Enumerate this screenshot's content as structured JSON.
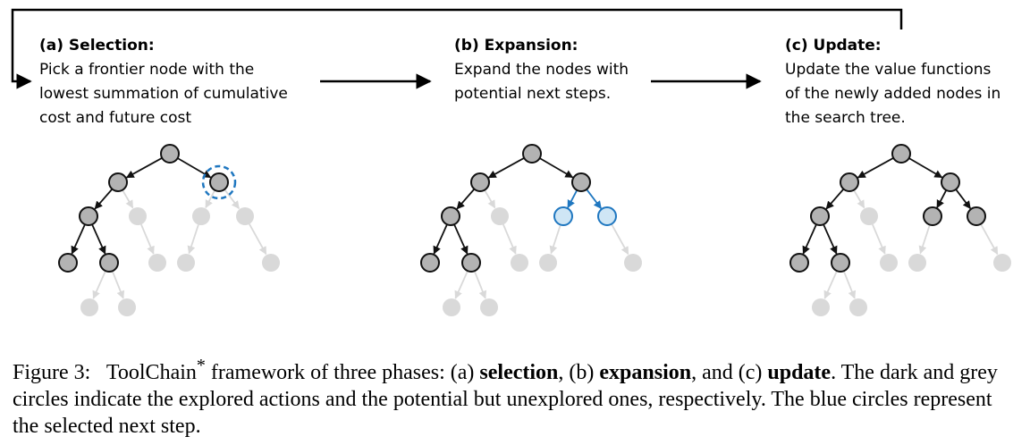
{
  "phases": [
    {
      "title": "(a)  Selection:",
      "lines": [
        "Pick a frontier node with the",
        "lowest summation of cumulative",
        "cost and future cost"
      ]
    },
    {
      "title": "(b) Expansion:",
      "lines": [
        "Expand the nodes with",
        "potential next steps."
      ]
    },
    {
      "title": "(c) Update:",
      "lines": [
        "Update the value functions",
        "of the newly added nodes in",
        "the search tree."
      ]
    }
  ],
  "caption": {
    "prefix": "Figure 3:",
    "part1": "ToolChain",
    "sup": "*",
    "part2": " framework of three phases: (a) ",
    "sel": "selection",
    "part3": ", (b) ",
    "exp": "expansion",
    "part4": ", and (c) ",
    "upd": "update",
    "part5": ". The dark and grey circles indicate the explored actions and the potential but unexplored ones, respectively. The blue circles represent the selected next step."
  },
  "colors": {
    "explored_fill": "#b3b3b3",
    "explored_stroke": "#111111",
    "unexplored": "#d9d9d9",
    "blue_fill": "#cfe6f5",
    "blue_stroke": "#1f77c0"
  }
}
